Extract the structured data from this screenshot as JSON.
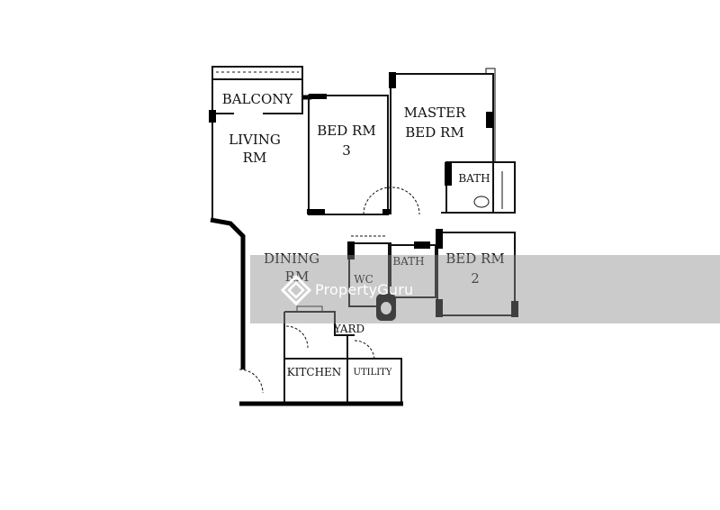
{
  "rooms": {
    "balcony": "BALCONY",
    "living_1": "LIVING",
    "living_2": "RM",
    "bed3_1": "BED RM",
    "bed3_2": "3",
    "master_1": "MASTER",
    "master_2": "BED RM",
    "bath_master": "BATH",
    "dining_1": "DINING",
    "dining_2": "RM",
    "wc": "WC",
    "bath_2": "BATH",
    "bed2_1": "BED RM",
    "bed2_2": "2",
    "yard": "YARD",
    "kitchen": "KITCHEN",
    "utility": "UTILITY"
  },
  "watermark": {
    "text": "PropertyGuru",
    "logo_icon": "propertyguru-logo-icon",
    "band_color": "#8c8c8c"
  }
}
